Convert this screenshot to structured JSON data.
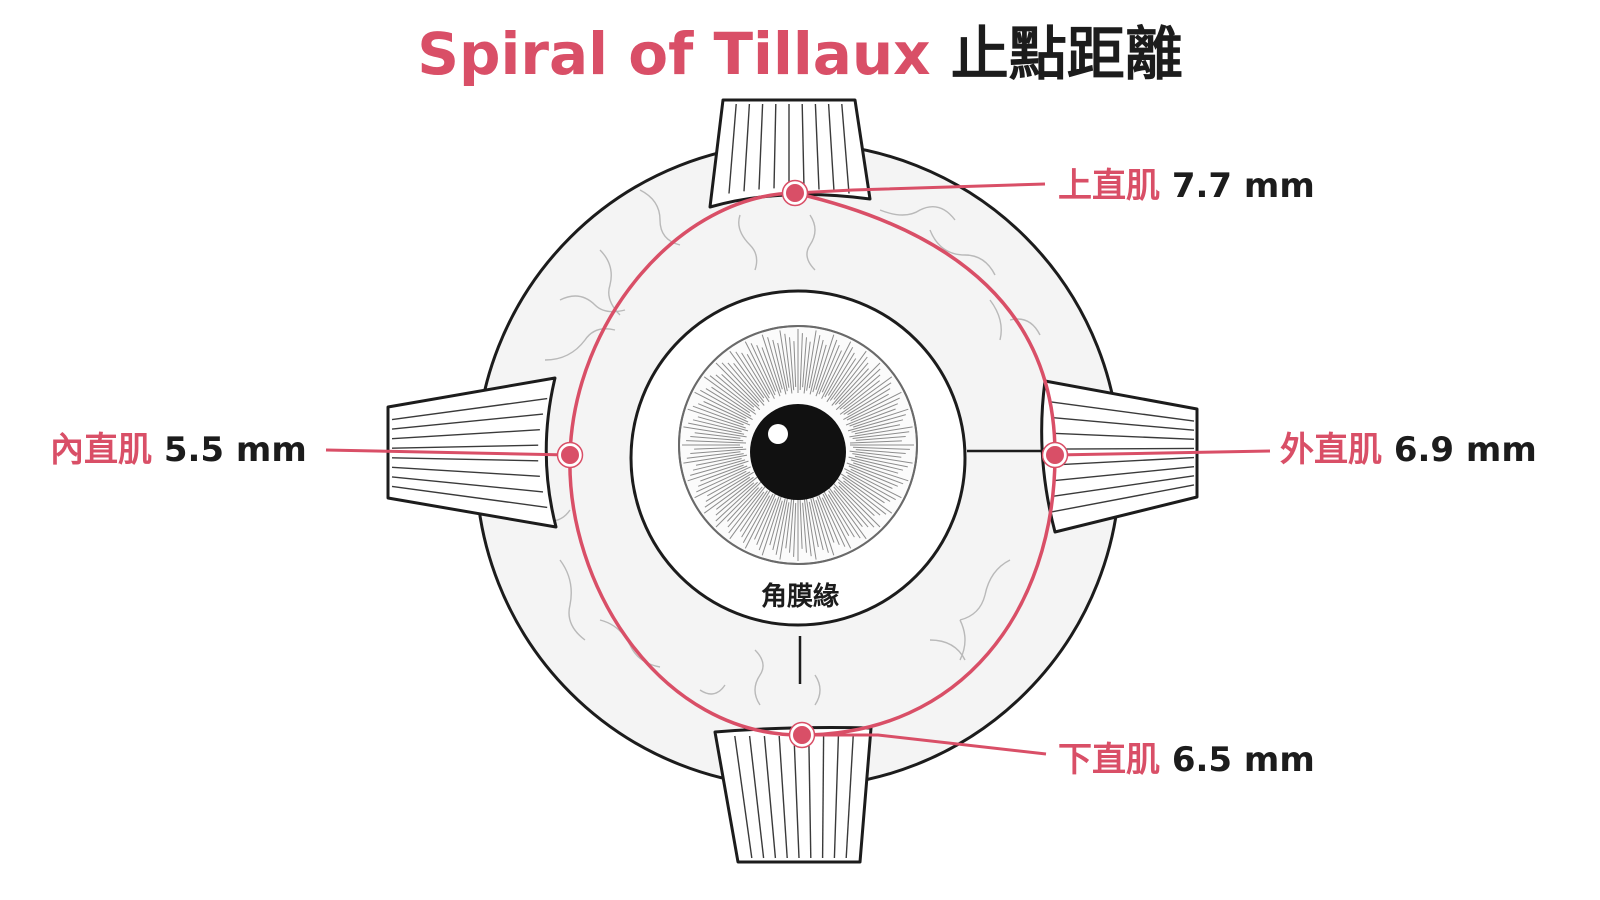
{
  "title": {
    "en": "Spiral of Tillaux",
    "zh": "止點距離"
  },
  "cornea_label": "角膜緣",
  "muscles": [
    {
      "id": "superior",
      "name": "上直肌",
      "distance": "7.7 mm"
    },
    {
      "id": "medial",
      "name": "內直肌",
      "distance": "5.5 mm"
    },
    {
      "id": "lateral",
      "name": "外直肌",
      "distance": "6.9 mm"
    },
    {
      "id": "inferior",
      "name": "下直肌",
      "distance": "6.5 mm"
    }
  ],
  "colors": {
    "accent": "#d94f67",
    "ink": "#1c1c1c",
    "vessel": "#b9b9b9"
  }
}
